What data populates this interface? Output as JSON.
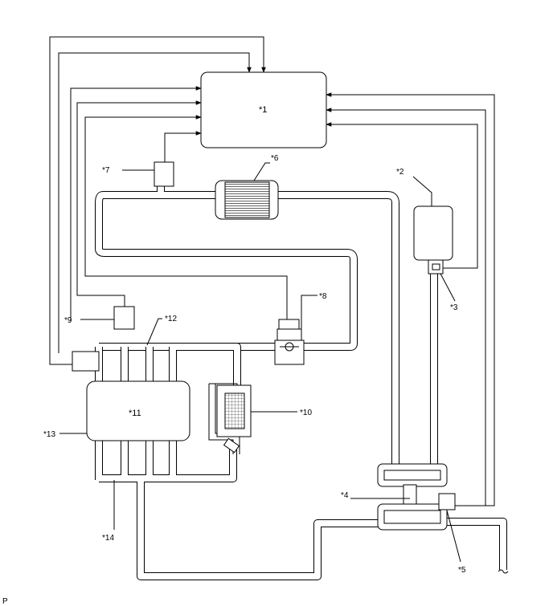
{
  "labels": {
    "c1": "*1",
    "c2": "*2",
    "c3": "*3",
    "c4": "*4",
    "c5": "*5",
    "c6": "*6",
    "c7": "*7",
    "c8": "*8",
    "c9": "*9",
    "c10": "*10",
    "c11": "*11",
    "c12": "*12",
    "c13": "*13",
    "c14": "*14"
  },
  "footer": {
    "code": "P"
  }
}
